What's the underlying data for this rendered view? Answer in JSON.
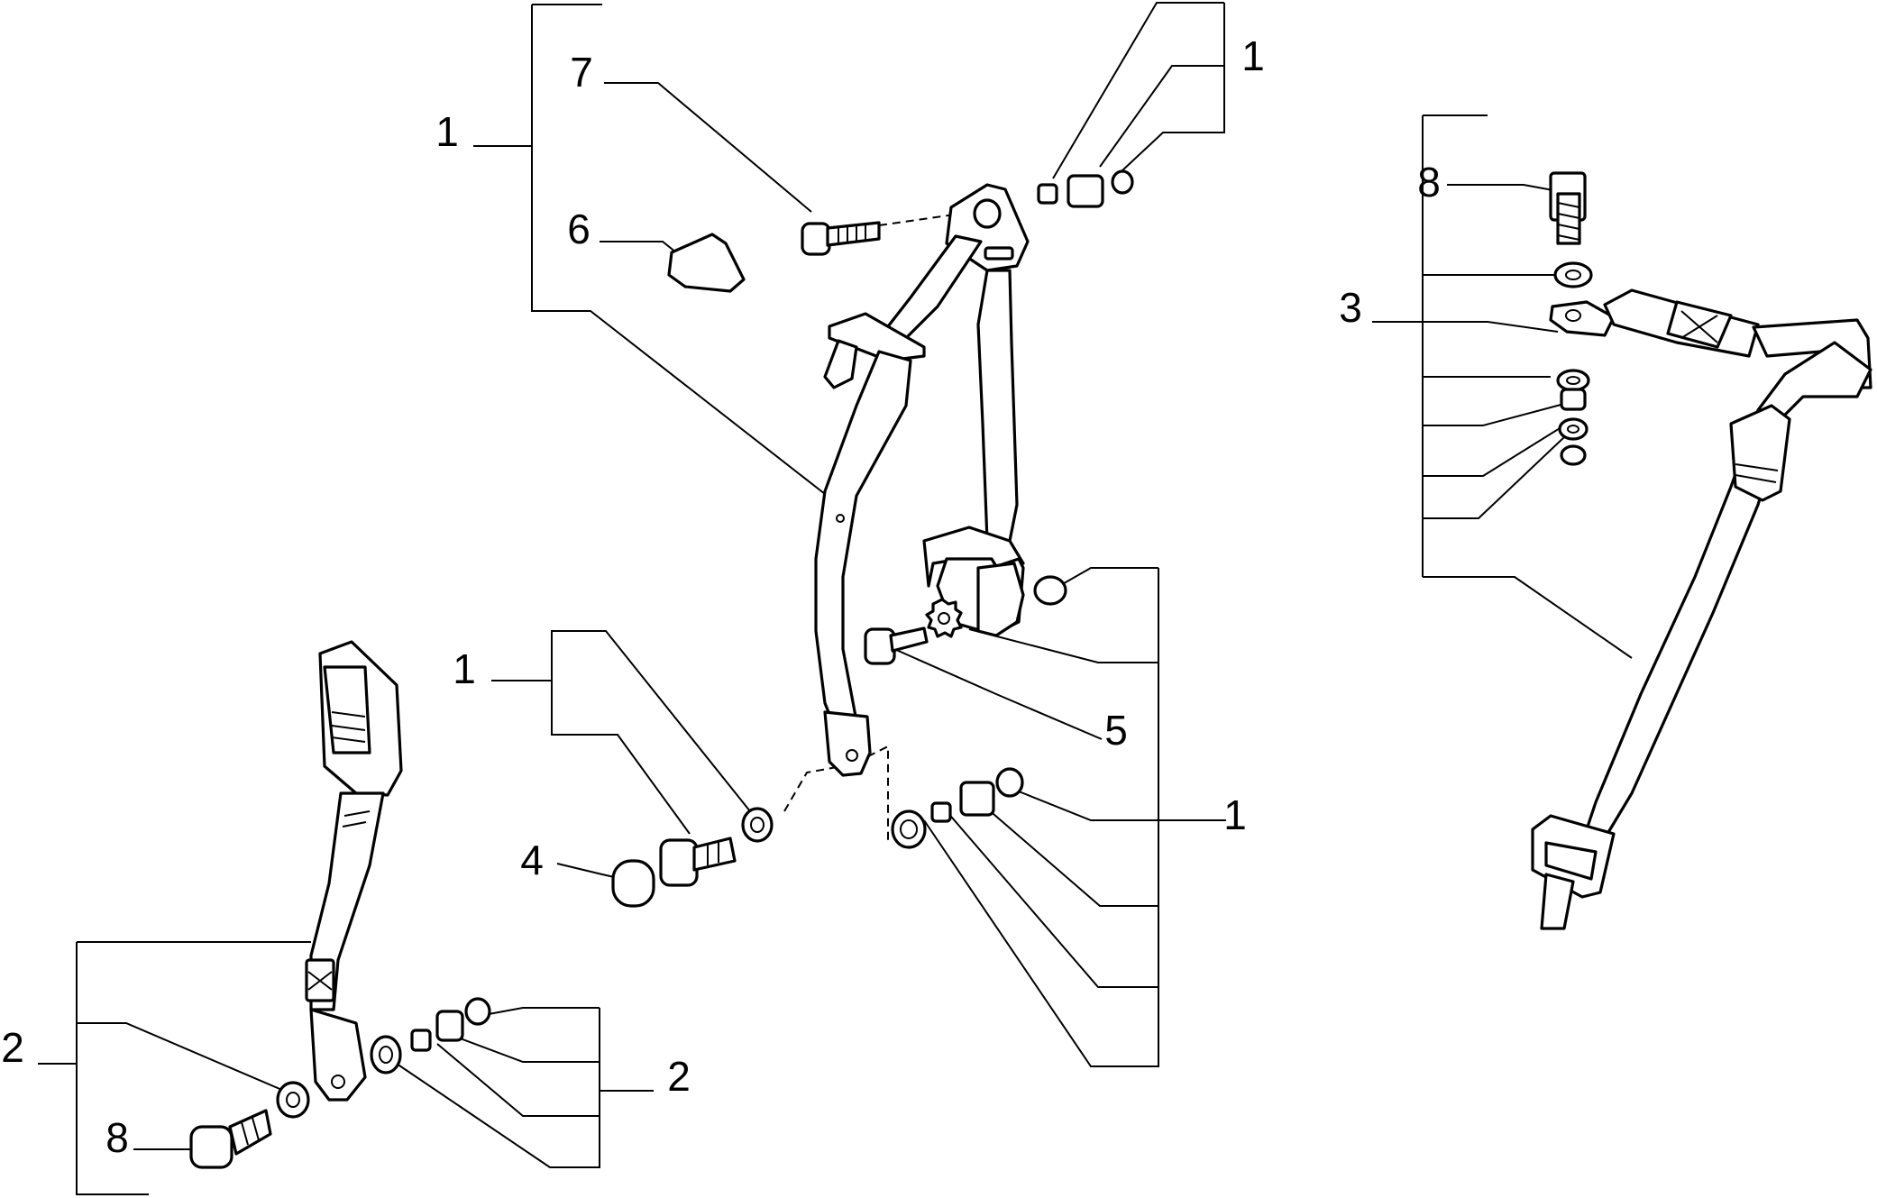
{
  "callouts": {
    "c1_top_left": "1",
    "c7": "7",
    "c6": "6",
    "c1_top_right": "1",
    "c8_right": "8",
    "c3": "3",
    "c1_mid_left": "1",
    "c5": "5",
    "c1_mid_right": "1",
    "c4": "4",
    "c2_left": "2",
    "c2_right": "2",
    "c8_left": "8"
  },
  "colors": {
    "ink": "#000000",
    "paper": "#ffffff"
  }
}
